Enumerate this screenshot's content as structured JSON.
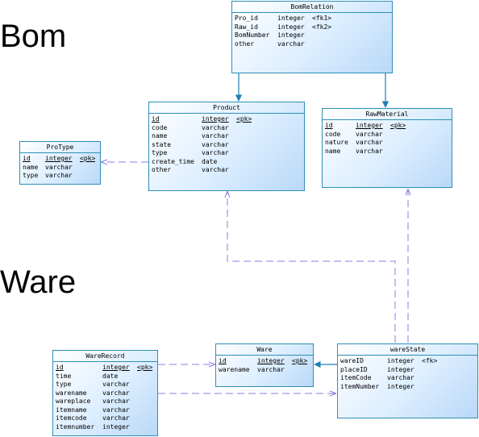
{
  "sections": {
    "bom": "Bom",
    "ware": "Ware"
  },
  "entities": [
    {
      "key": "bomrelation",
      "title": "BomRelation",
      "rows": [
        {
          "name": "Pro_id",
          "type": "integer",
          "key": "<fk1>",
          "pk": false
        },
        {
          "name": "Raw_id",
          "type": "integer",
          "key": "<fk2>",
          "pk": false
        },
        {
          "name": "BomNumber",
          "type": "integer",
          "key": "",
          "pk": false
        },
        {
          "name": "other",
          "type": "varchar",
          "key": "",
          "pk": false
        }
      ]
    },
    {
      "key": "product",
      "title": "Product",
      "rows": [
        {
          "name": "id",
          "type": "integer",
          "key": "<pk>",
          "pk": true
        },
        {
          "name": "code",
          "type": "varchar",
          "key": "",
          "pk": false
        },
        {
          "name": "name",
          "type": "varchar",
          "key": "",
          "pk": false
        },
        {
          "name": "state",
          "type": "varchar",
          "key": "",
          "pk": false
        },
        {
          "name": "type",
          "type": "varchar",
          "key": "",
          "pk": false
        },
        {
          "name": "create_time",
          "type": "date",
          "key": "",
          "pk": false
        },
        {
          "name": "other",
          "type": "varchar",
          "key": "",
          "pk": false
        }
      ]
    },
    {
      "key": "rawmaterial",
      "title": "RawMaterial",
      "rows": [
        {
          "name": "id",
          "type": "integer",
          "key": "<pk>",
          "pk": true
        },
        {
          "name": "code",
          "type": "varchar",
          "key": "",
          "pk": false
        },
        {
          "name": "nature",
          "type": "varchar",
          "key": "",
          "pk": false
        },
        {
          "name": "name",
          "type": "varchar",
          "key": "",
          "pk": false
        }
      ]
    },
    {
      "key": "protype",
      "title": "ProType",
      "rows": [
        {
          "name": "id",
          "type": "integer",
          "key": "<pk>",
          "pk": true
        },
        {
          "name": "name",
          "type": "varchar",
          "key": "",
          "pk": false
        },
        {
          "name": "type",
          "type": "varchar",
          "key": "",
          "pk": false
        }
      ]
    },
    {
      "key": "ware",
      "title": "Ware",
      "rows": [
        {
          "name": "id",
          "type": "integer",
          "key": "<pk>",
          "pk": true
        },
        {
          "name": "warename",
          "type": "varchar",
          "key": "",
          "pk": false
        }
      ]
    },
    {
      "key": "warestate",
      "title": "wareState",
      "rows": [
        {
          "name": "wareID",
          "type": "integer",
          "key": "<fk>",
          "pk": false
        },
        {
          "name": "placeID",
          "type": "integer",
          "key": "",
          "pk": false
        },
        {
          "name": "itemCode",
          "type": "varchar",
          "key": "",
          "pk": false
        },
        {
          "name": "itemNumber",
          "type": "integer",
          "key": "",
          "pk": false
        }
      ]
    },
    {
      "key": "warerecord",
      "title": "WareRecord",
      "rows": [
        {
          "name": "id",
          "type": "integer",
          "key": "<pk>",
          "pk": true
        },
        {
          "name": "time",
          "type": "date",
          "key": "",
          "pk": false
        },
        {
          "name": "type",
          "type": "varchar",
          "key": "",
          "pk": false
        },
        {
          "name": "warename",
          "type": "varchar",
          "key": "",
          "pk": false
        },
        {
          "name": "wareplace",
          "type": "varchar",
          "key": "",
          "pk": false
        },
        {
          "name": "itemname",
          "type": "varchar",
          "key": "",
          "pk": false
        },
        {
          "name": "itemcode",
          "type": "varchar",
          "key": "",
          "pk": false
        },
        {
          "name": "itemnumber",
          "type": "integer",
          "key": "",
          "pk": false
        }
      ]
    }
  ],
  "colors": {
    "entity_border": "#2e8fb5",
    "fk_arrow": "#1f7fb5",
    "dependency_line": "#8a7fe0"
  }
}
